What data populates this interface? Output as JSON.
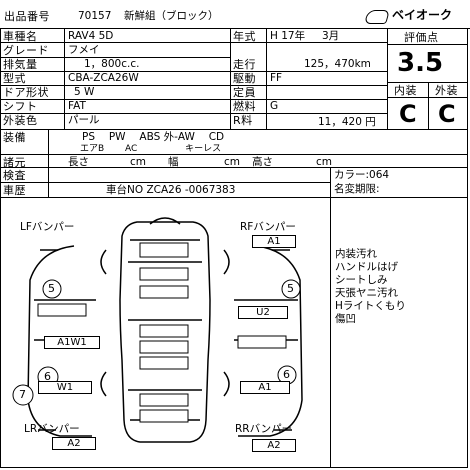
{
  "header": {
    "lot_label": "出品番号",
    "lot_number": "70157",
    "lot_note": "新鮮組（ブロック）",
    "logo_text": "ベイオーク"
  },
  "fields": {
    "model_label": "車種名",
    "model": "RAV4 5D",
    "grade_label": "グレード",
    "grade": "フメイ",
    "displacement_label": "排気量",
    "displacement": "1，800c.c.",
    "type_label": "型式",
    "type": "CBA-ZCA26W",
    "doors_label": "ドア形状",
    "doors": "5 W",
    "shift_label": "シフト",
    "shift": "FAT",
    "color_label": "外装色",
    "color": "パール",
    "year_label": "年式",
    "year": "H 17年",
    "month": "3月",
    "mileage_label": "走行",
    "mileage": "125，470km",
    "drive_label": "駆動",
    "drive": "FF",
    "capacity_label": "定員",
    "capacity": "",
    "fuel_label": "燃料",
    "fuel": "G",
    "price_label": "R料",
    "price": "11，420 円"
  },
  "score": {
    "label": "評価点",
    "value": "3.5",
    "interior_label": "内装",
    "exterior_label": "外装",
    "interior": "C",
    "exterior": "C"
  },
  "equipment": {
    "label": "装備",
    "line1": "PS　 PW　 ABS 外-AW　 CD",
    "line2": "エアB　　 AC　　　　　 キーレス"
  },
  "dimensions": {
    "label": "諸元",
    "length": "長さ",
    "width": "幅",
    "height": "高さ",
    "unit": "cm"
  },
  "inspection": {
    "label": "検査",
    "history_label": "車歴",
    "chassis": "車台NO ZCA26 -0067383",
    "color_code": "カラー:064",
    "name_change": "名変期限:"
  },
  "diagram": {
    "lf_label": "LFバンパー",
    "rf_label": "RFバンパー",
    "lr_label": "LRバンパー",
    "rr_label": "RRバンパー",
    "rf_code": "A1",
    "right_door_code": "U2",
    "left_door_code": "A1W1",
    "left_rear_code": "W1",
    "right_rear_code": "A1",
    "lr_code": "A2",
    "rr_code": "A2",
    "tire_lf": "5",
    "tire_rf": "5",
    "tire_lr": "6",
    "tire_rr": "6",
    "spare": "7"
  },
  "notes": [
    "内装汚れ",
    "ハンドルはげ",
    "シートしみ",
    "天張ヤニ汚れ",
    "Hライトくもり",
    "傷凹"
  ]
}
